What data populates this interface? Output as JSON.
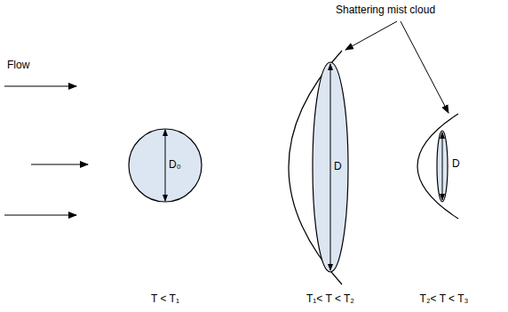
{
  "diagram": {
    "nodes": [
      {
        "text": [
          "D₀"
        ]
      },
      {
        "text": [
          "D"
        ]
      },
      {
        "text": [
          "D"
        ]
      }
    ],
    "labels": [
      "Shattering mist cloud",
      "Flow",
      "T < T₁",
      "T₁< T < T₂",
      "T₂< T < T₃"
    ]
  }
}
